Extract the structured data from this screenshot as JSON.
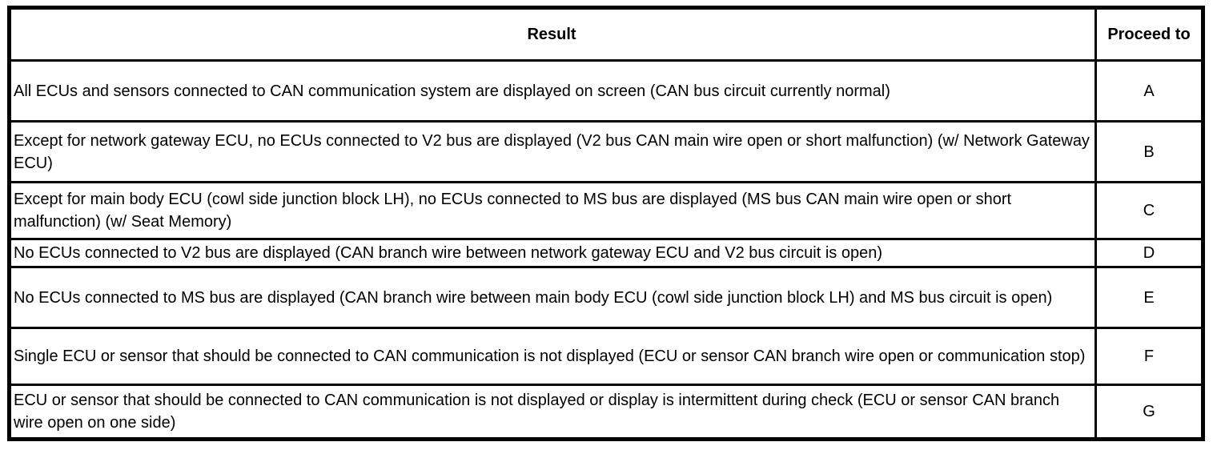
{
  "table": {
    "header": {
      "result": "Result",
      "proceed_to": "Proceed to"
    },
    "rows": [
      {
        "result": "All ECUs and sensors connected to CAN communication system are displayed on screen (CAN bus circuit currently normal)",
        "proceed_to": "A"
      },
      {
        "result": "Except for network gateway ECU, no ECUs connected to V2 bus are displayed (V2 bus CAN main wire open or short malfunction) (w/ Network Gateway ECU)",
        "proceed_to": "B"
      },
      {
        "result": "Except for main body ECU (cowl side junction block LH), no ECUs connected to MS bus are displayed (MS bus CAN main wire open or short malfunction) (w/ Seat Memory)",
        "proceed_to": "C"
      },
      {
        "result": "No ECUs connected to V2 bus are displayed (CAN branch wire between network gateway ECU and V2 bus circuit is open)",
        "proceed_to": "D"
      },
      {
        "result": "No ECUs connected to MS bus are displayed (CAN branch wire between main body ECU (cowl side junction block LH) and MS bus circuit is open)",
        "proceed_to": "E"
      },
      {
        "result": "Single ECU or sensor that should be connected to CAN communication is not displayed (ECU or sensor CAN branch wire open or communication stop)",
        "proceed_to": "F"
      },
      {
        "result": "ECU or sensor that should be connected to CAN communication is not displayed or display is intermittent during check (ECU or sensor CAN branch wire open on one side)",
        "proceed_to": "G"
      }
    ],
    "colors": {
      "border": "#000000",
      "background": "#ffffff",
      "text": "#000000"
    }
  }
}
